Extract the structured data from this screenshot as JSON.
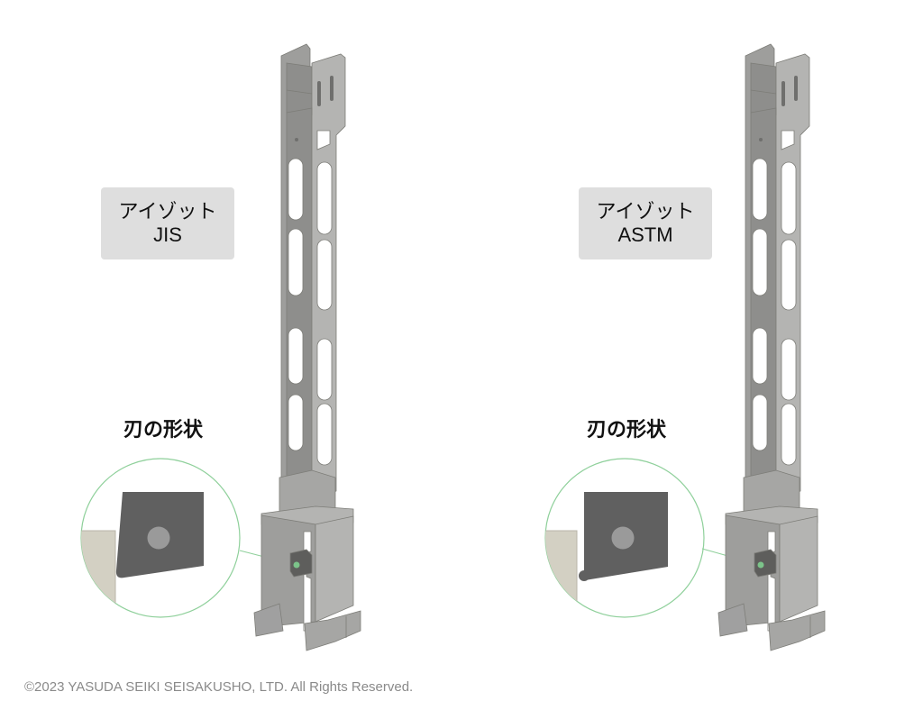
{
  "panels": [
    {
      "id": "jis",
      "label_line1": "アイゾット",
      "label_line2": "JIS",
      "section_title": "刃の形状",
      "blade_tip": "sharp-angled"
    },
    {
      "id": "astm",
      "label_line1": "アイゾット",
      "label_line2": "ASTM",
      "section_title": "刃の形状",
      "blade_tip": "rounded"
    }
  ],
  "colors": {
    "metal_light": "#b4b4b2",
    "metal_mid": "#9e9e9c",
    "metal_dark": "#8a8a88",
    "edge": "#7d7d78",
    "blade": "#606060",
    "blade_hole": "#9a9a9a",
    "specimen": "#d3d0c3",
    "callout": "#7cc48a",
    "label_bg": "#dedede"
  },
  "footer": {
    "copyright": "©2023 YASUDA SEIKI SEISAKUSHO, LTD. All Rights Reserved."
  }
}
